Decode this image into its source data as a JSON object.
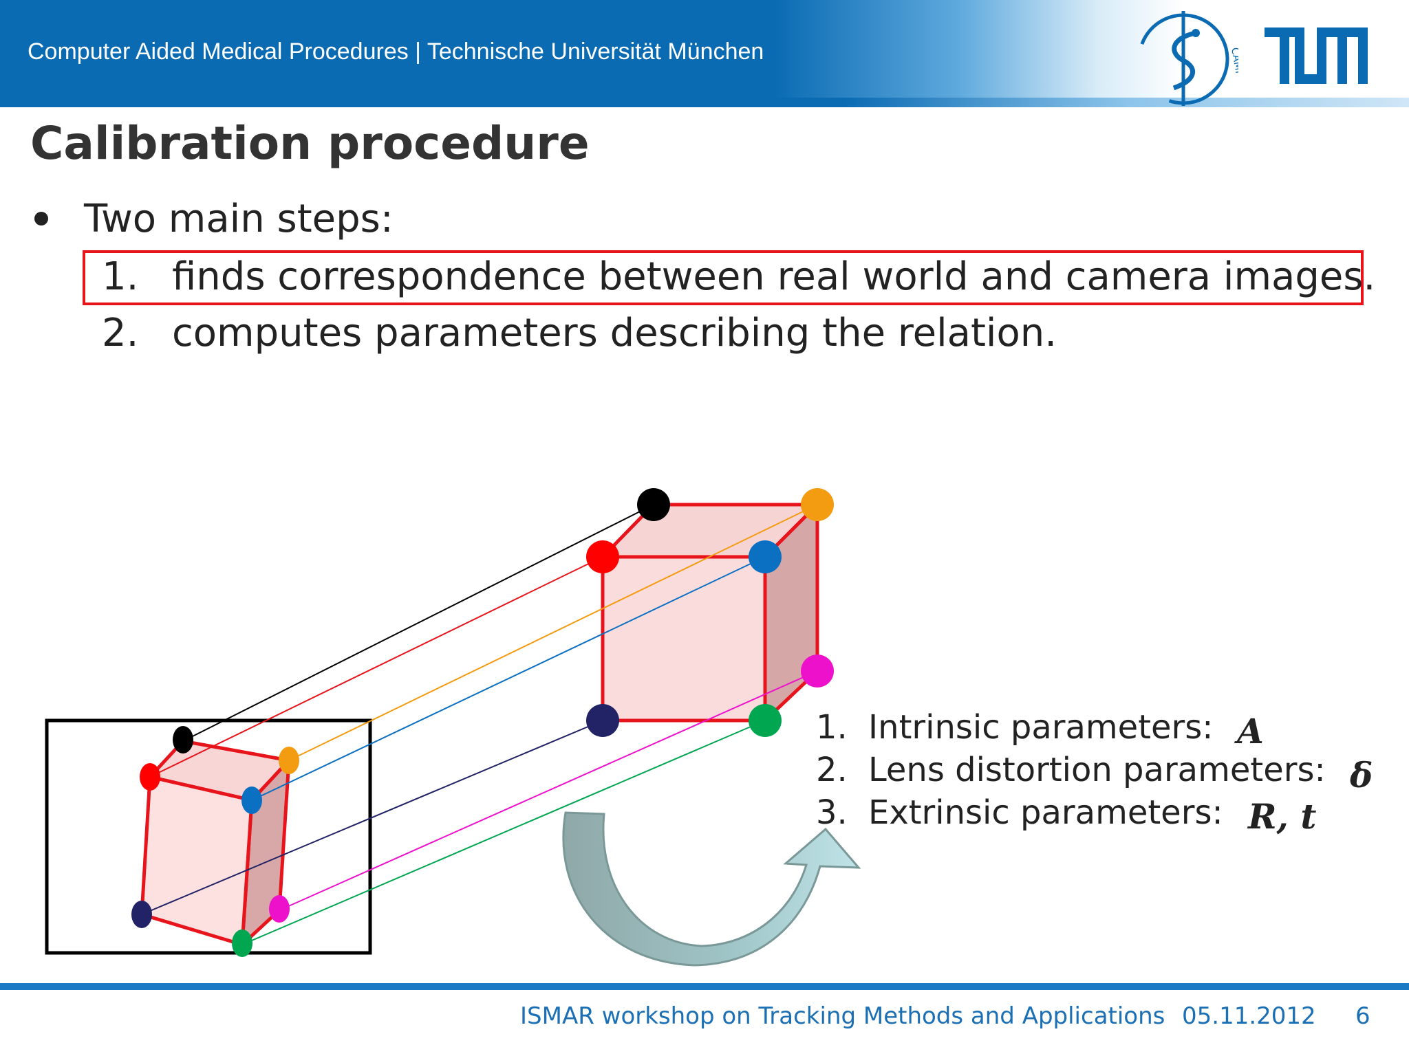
{
  "header": {
    "institution": "Computer Aided Medical Procedures | Technische Universität München",
    "camp_logo_text": "CAMP",
    "tum_logo_text": "TUM"
  },
  "slide": {
    "title": "Calibration procedure",
    "bullet": "Two main steps:",
    "steps": [
      {
        "number": "1.",
        "text": "finds correspondence between real world and camera images."
      },
      {
        "number": "2.",
        "text": "computes parameters describing the relation."
      }
    ],
    "parameters": [
      {
        "number": "1.",
        "label": "Intrinsic parameters:",
        "symbol": "A"
      },
      {
        "number": "2.",
        "label": "Lens distortion parameters:",
        "symbol": "δ"
      },
      {
        "number": "3.",
        "label": "Extrinsic parameters:",
        "symbol": "R, t"
      }
    ]
  },
  "colors": {
    "highlight": "#e8141c",
    "corner_black": "#000000",
    "corner_red": "#ff0000",
    "corner_orange": "#f39c12",
    "corner_blue": "#0b6fc2",
    "corner_navy": "#222266",
    "corner_magenta": "#ee11cc",
    "corner_green": "#00a650"
  },
  "footer": {
    "event": "ISMAR workshop on Tracking Methods and Applications",
    "date": "05.11.2012",
    "page": "6"
  }
}
